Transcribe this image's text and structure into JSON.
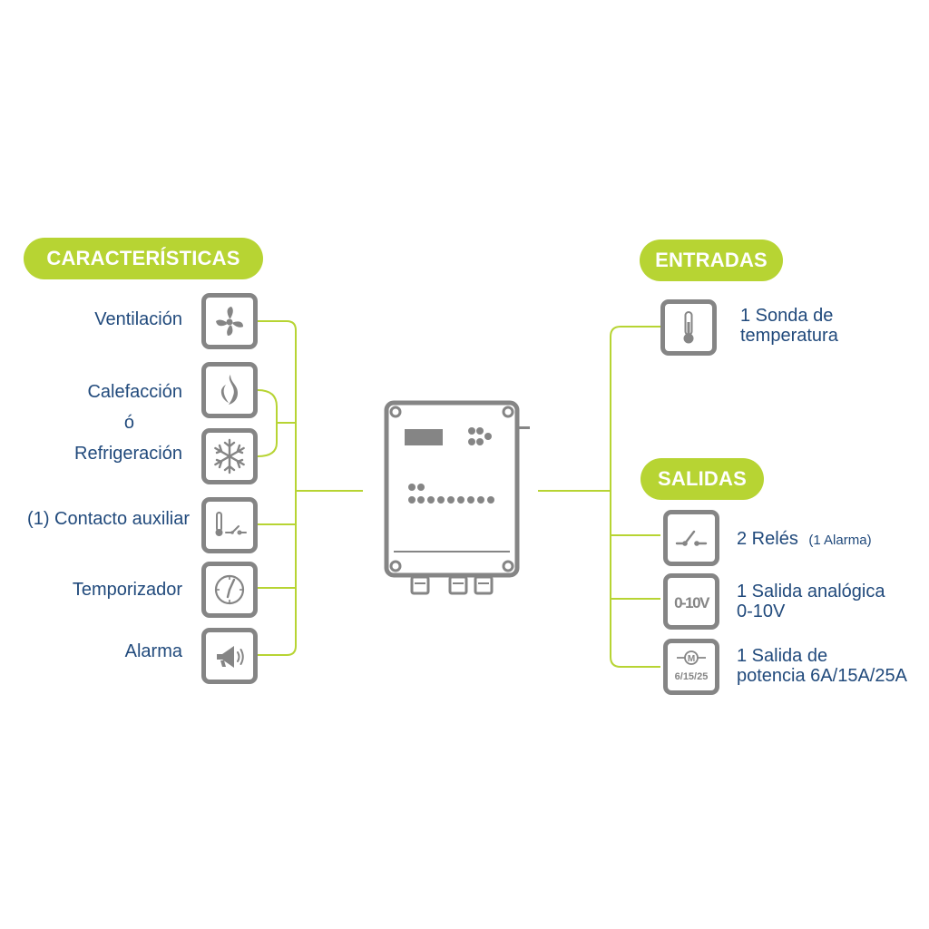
{
  "left": {
    "heading": "CARACTERÍSTICAS",
    "items": [
      {
        "label": "Ventilación",
        "icon": "fan-icon"
      },
      {
        "label_lines": [
          "Calefacción",
          "ó",
          "Refrigeración"
        ],
        "icons": [
          "flame-icon",
          "snowflake-icon"
        ]
      },
      {
        "label": "(1) Contacto auxiliar",
        "icon": "thermostat-switch-icon"
      },
      {
        "label": "Temporizador",
        "icon": "clock-icon"
      },
      {
        "label": "Alarma",
        "icon": "megaphone-icon"
      }
    ]
  },
  "right": {
    "inputs_heading": "ENTRADAS",
    "inputs": [
      {
        "label_lines": [
          "1 Sonda de",
          "temperatura"
        ],
        "icon": "thermometer-icon"
      }
    ],
    "outputs_heading": "SALIDAS",
    "outputs": [
      {
        "label": "2 Relés",
        "note": "(1 Alarma)",
        "icon": "relay-switch-icon"
      },
      {
        "label_lines": [
          "1 Salida analógica",
          "0-10V"
        ],
        "icon": "analog-output-icon",
        "icon_text": "0-10V"
      },
      {
        "label_lines": [
          "1 Salida de",
          "potencia 6A/15A/25A"
        ],
        "icon": "motor-power-icon",
        "icon_text_top": "M",
        "icon_text_bottom": "6/15/25"
      }
    ]
  },
  "colors": {
    "accent": "#b7d433",
    "icon_gray": "#858585",
    "text": "#214a7c"
  }
}
